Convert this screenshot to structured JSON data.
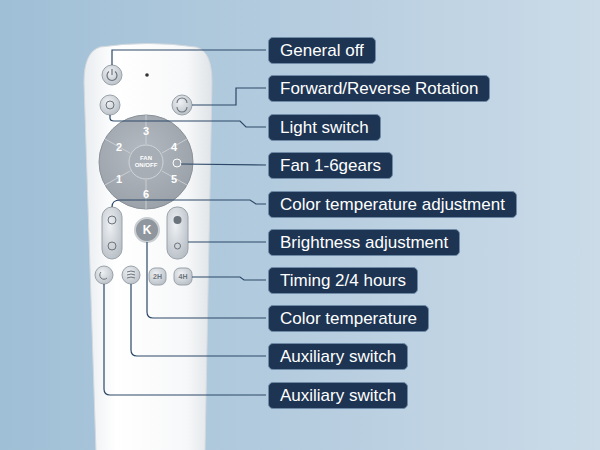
{
  "diagram": {
    "nodes": [
      {
        "text": [
          "General off"
        ]
      },
      {
        "text": [
          "Forward/Reverse Rotation"
        ]
      },
      {
        "text": [
          "Light switch"
        ]
      },
      {
        "text": [
          "Fan 1-6gears"
        ]
      },
      {
        "text": [
          "Color temperature adjustment"
        ]
      },
      {
        "text": [
          "Brightness adjustment"
        ]
      },
      {
        "text": [
          "Timing 2/4 hours"
        ]
      },
      {
        "text": [
          "Color temperature"
        ]
      },
      {
        "text": [
          "Auxiliary switch"
        ]
      },
      {
        "text": [
          "Auxiliary switch"
        ]
      }
    ],
    "labels": [
      "3",
      "2",
      "4",
      "FAN ON/OFF",
      "1",
      "5",
      "6",
      "K",
      "2H",
      "4H"
    ]
  }
}
